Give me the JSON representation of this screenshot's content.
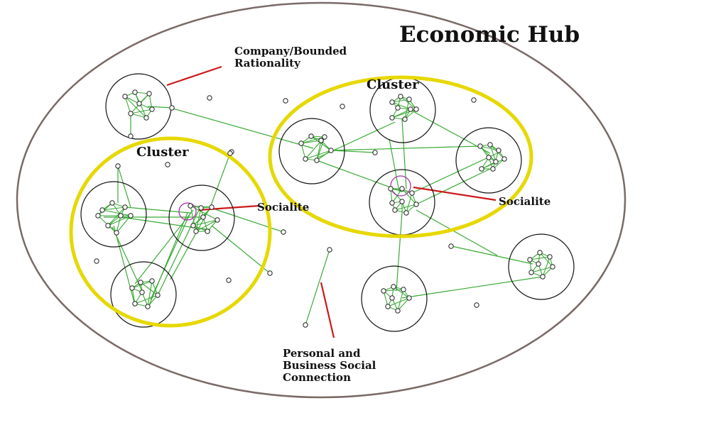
{
  "title": "Economic Hub",
  "labels": {
    "company_line1": "Company/Bounded",
    "company_line2": "Rationality",
    "cluster_left": "Cluster",
    "cluster_right": "Cluster",
    "socialite_left": "Socialite",
    "socialite_right": "Socialite",
    "connection_line1": "Personal and",
    "connection_line2": "Business Social",
    "connection_line3": "Connection"
  },
  "colors": {
    "hub_outline": "#7a6a66",
    "company_circle": "#111111",
    "cluster_highlight": "#e6d800",
    "connection_line": "#3aaa35",
    "pointer_line": "#cc1a1a",
    "socialite_ring": "#aa33aa",
    "node_fill": "#ffffff",
    "node_stroke": "#222222"
  }
}
